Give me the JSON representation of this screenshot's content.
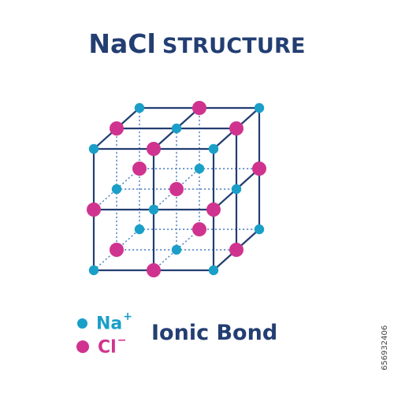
{
  "title": {
    "formula": "NaCl",
    "word": "STRUCTURE"
  },
  "legend": [
    {
      "symbol": "Na",
      "charge": "+",
      "color": "#1a9fc8"
    },
    {
      "symbol": "Cl",
      "charge": "−",
      "color": "#d0338f"
    }
  ],
  "bond_label": "Ionic Bond",
  "stock_id": "656932406",
  "colors": {
    "frame": "#233e72",
    "grid": "#4c7fc4",
    "na": "#1a9fc8",
    "cl": "#d0338f"
  }
}
